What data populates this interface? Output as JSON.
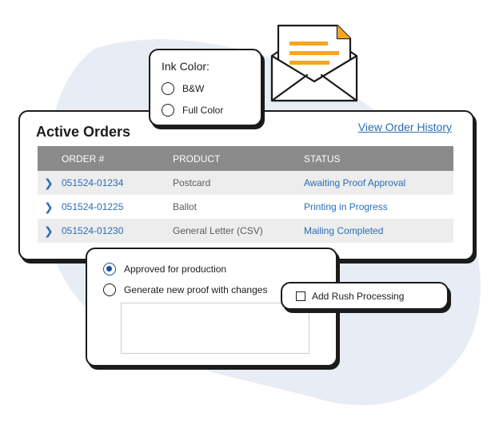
{
  "colors": {
    "blob": "#e8edf5",
    "accent": "#2a6db5",
    "table_header": "#8a8a8a",
    "row_shade": "#ededed",
    "envelope_orange": "#f5a623"
  },
  "ink_color": {
    "title": "Ink Color:",
    "options": [
      {
        "label": "B&W",
        "selected": false
      },
      {
        "label": "Full Color",
        "selected": false
      }
    ]
  },
  "orders": {
    "title": "Active Orders",
    "history_link": "View Order History",
    "columns": [
      "ORDER #",
      "PRODUCT",
      "STATUS"
    ],
    "rows": [
      {
        "order": "051524-01234",
        "product": "Postcard",
        "status": "Awaiting Proof Approval"
      },
      {
        "order": "051524-01225",
        "product": "Ballot",
        "status": "Printing in Progress"
      },
      {
        "order": "051524-01230",
        "product": "General Letter (CSV)",
        "status": "Mailing Completed"
      }
    ]
  },
  "approval": {
    "options": [
      {
        "label": "Approved for production",
        "selected": true
      },
      {
        "label": "Generate new proof with changes",
        "selected": false
      }
    ],
    "notes_value": ""
  },
  "rush": {
    "label": "Add Rush Processing",
    "checked": false
  },
  "icons": {
    "envelope": "envelope-open-icon",
    "row_expand": "chevron-right-icon"
  }
}
